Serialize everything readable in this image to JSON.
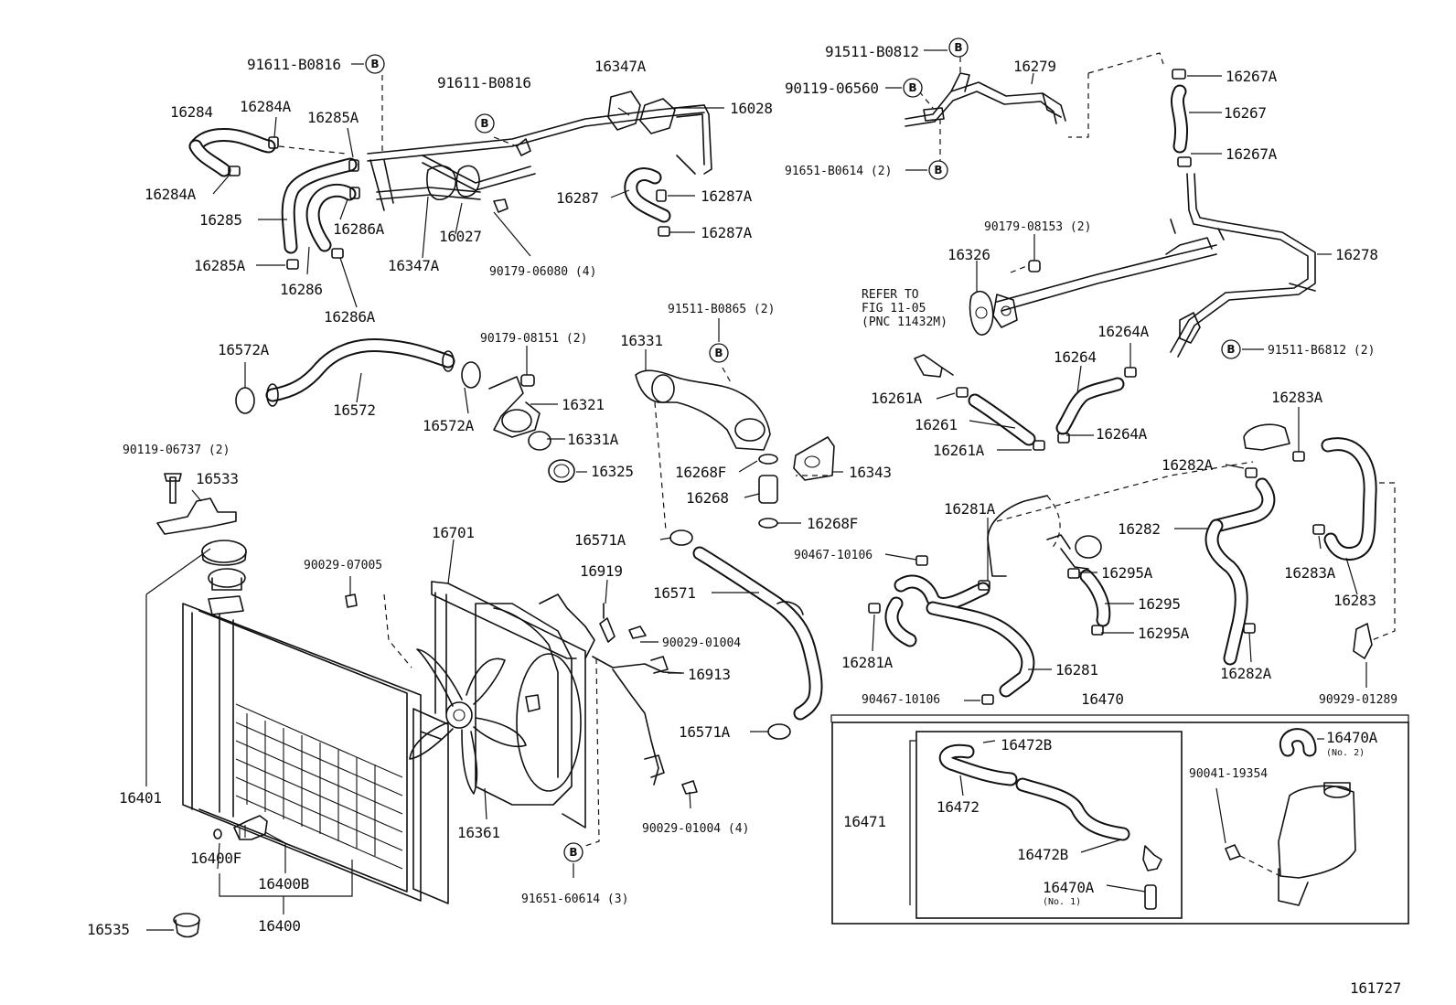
{
  "diagram": {
    "figure_number": "161727",
    "refer_note": [
      "REFER TO",
      "FIG 11-05",
      "(PNC 11432M)"
    ],
    "bolt_marker": "B",
    "labels": {
      "l_91611_b0816_a": "91611-B0816",
      "l_91611_b0816_b": "91611-B0816",
      "l_16347a_a": "16347A",
      "l_16028": "16028",
      "l_16284": "16284",
      "l_16284a_a": "16284A",
      "l_16285a_a": "16285A",
      "l_16284a_b": "16284A",
      "l_16285": "16285",
      "l_16286a_a": "16286A",
      "l_16027": "16027",
      "l_16287": "16287",
      "l_16287a_a": "16287A",
      "l_16287a_b": "16287A",
      "l_16285a_b": "16285A",
      "l_16347a_b": "16347A",
      "l_90179_06080": "90179-06080 (4)",
      "l_16286": "16286",
      "l_16286a_b": "16286A",
      "l_91511_b0812": "91511-B0812",
      "l_16279": "16279",
      "l_16267a_a": "16267A",
      "l_90119_06560": "90119-06560",
      "l_16267": "16267",
      "l_91651_b0614": "91651-B0614 (2)",
      "l_16267a_b": "16267A",
      "l_90179_08153": "90179-08153 (2)",
      "l_16326": "16326",
      "l_16278": "16278",
      "l_91511_b0865": "91511-B0865 (2)",
      "l_16572a_a": "16572A",
      "l_90179_08151": "90179-08151 (2)",
      "l_16331": "16331",
      "l_16264a_a": "16264A",
      "l_91511_b6812": "91511-B6812 (2)",
      "l_16264": "16264",
      "l_16572": "16572",
      "l_16321": "16321",
      "l_16261a_a": "16261A",
      "l_16572a_b": "16572A",
      "l_16331a": "16331A",
      "l_16261": "16261",
      "l_16264a_b": "16264A",
      "l_16283a_a": "16283A",
      "l_90119_06737": "90119-06737 (2)",
      "l_16261a_b": "16261A",
      "l_16325": "16325",
      "l_16268f_a": "16268F",
      "l_16343": "16343",
      "l_16282a_a": "16282A",
      "l_16533": "16533",
      "l_16268": "16268",
      "l_16281a_a": "16281A",
      "l_16268f_b": "16268F",
      "l_16282": "16282",
      "l_16701": "16701",
      "l_16571a_a": "16571A",
      "l_90029_07005": "90029-07005",
      "l_90467_10106_a": "90467-10106",
      "l_16919": "16919",
      "l_16295a_a": "16295A",
      "l_16283a_b": "16283A",
      "l_16571": "16571",
      "l_16295": "16295",
      "l_16283": "16283",
      "l_90029_01004_a": "90029-01004",
      "l_16295a_b": "16295A",
      "l_16281a_b": "16281A",
      "l_16913": "16913",
      "l_16281": "16281",
      "l_16282a_b": "16282A",
      "l_90467_10106_b": "90467-10106",
      "l_16470": "16470",
      "l_90929_01289": "90929-01289",
      "l_16571a_b": "16571A",
      "l_16470a_a": "16470A",
      "l_no2": "(No. 2)",
      "l_16472b_a": "16472B",
      "l_90041_19354": "90041-19354",
      "l_16401": "16401",
      "l_16361": "16361",
      "l_16472": "16472",
      "l_16471": "16471",
      "l_90029_01004_b": "90029-01004 (4)",
      "l_16400f": "16400F",
      "l_16472b_b": "16472B",
      "l_16400b": "16400B",
      "l_16470a_b": "16470A",
      "l_no1": "(No. 1)",
      "l_91651_60614": "91651-60614 (3)",
      "l_16535": "16535",
      "l_16400": "16400"
    }
  }
}
